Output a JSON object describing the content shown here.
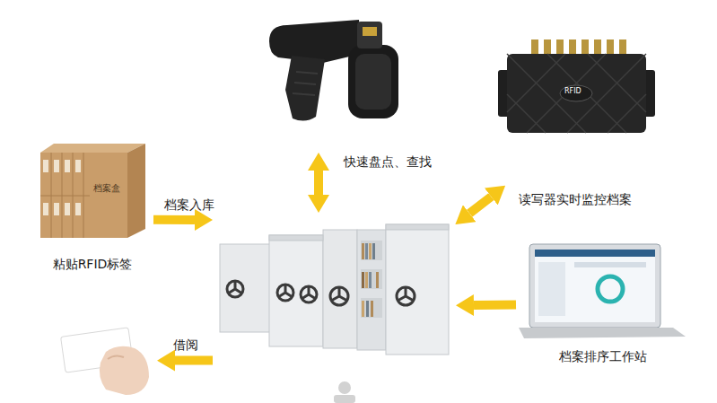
{
  "diagram": {
    "nodes": [
      {
        "text": []
      },
      {
        "text": []
      },
      {
        "text": [
          "粘贴RFID标签"
        ]
      },
      {
        "text": []
      },
      {
        "text": [
          "档案排序工作站"
        ]
      },
      {
        "text": []
      }
    ],
    "edges": [
      {
        "from": 0,
        "to": 3,
        "arrow": "both",
        "label": "快速盘点、查找"
      },
      {
        "from": 1,
        "to": 3,
        "arrow": "both",
        "label": "读写器实时监控档案"
      },
      {
        "from": 2,
        "to": 3,
        "arrow": "to",
        "label": "档案入库"
      },
      {
        "from": 4,
        "to": 3,
        "arrow": "to"
      },
      {
        "from": 3,
        "to": 5,
        "arrow": "to",
        "label": "借阅"
      }
    ],
    "labels": [
      "档案盒",
      "RFID"
    ]
  }
}
